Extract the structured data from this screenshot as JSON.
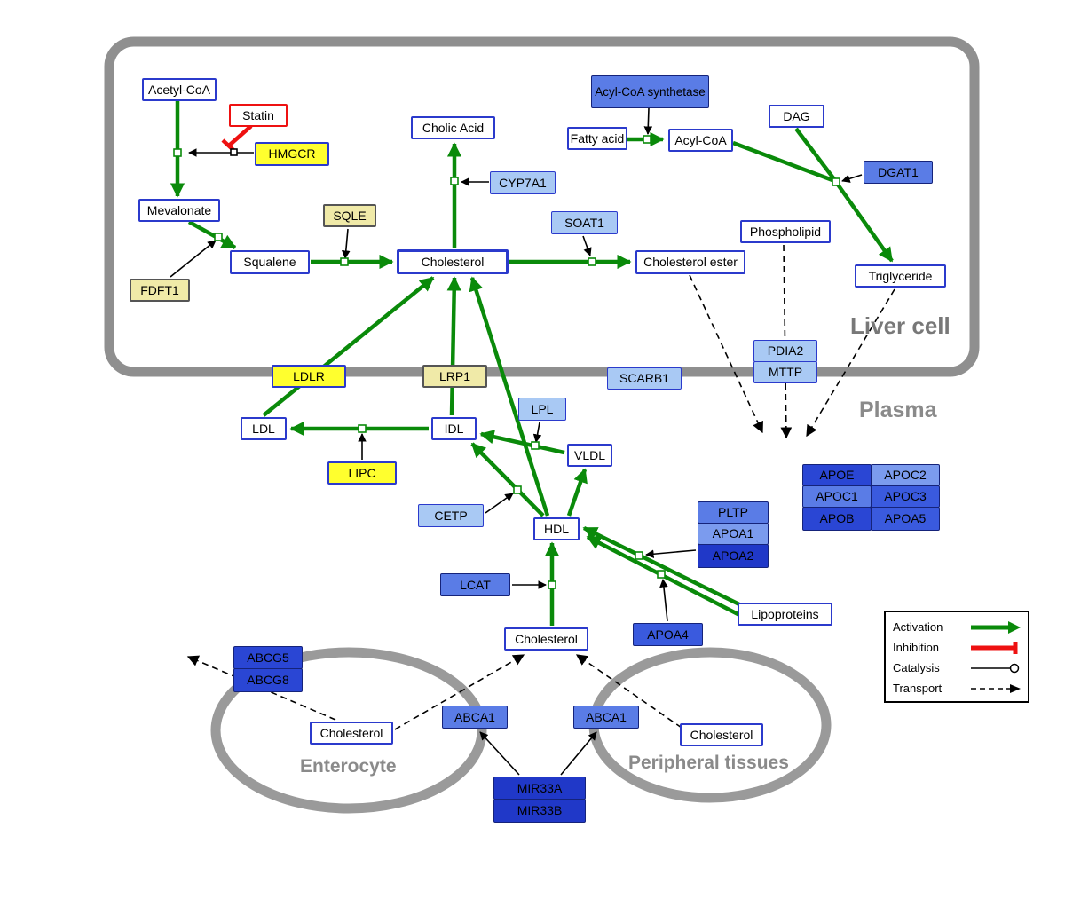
{
  "compartments": {
    "liver": "Liver cell",
    "plasma": "Plasma",
    "enterocyte": "Enterocyte",
    "peripheral": "Peripheral tissues"
  },
  "legend": {
    "activation": "Activation",
    "inhibition": "Inhibition",
    "catalysis": "Catalysis",
    "transport": "Transport"
  },
  "colors": {
    "activation_green": "#0a8a0a",
    "inhibition_red": "#ee1111",
    "gene_blue": "#3a5ade",
    "light_gene_blue": "#a9c9f4",
    "highlight_yellow": "#ffff2e",
    "pale_yellow": "#f0eaa8",
    "membrane_gray": "#8f8f8f"
  },
  "nodes": {
    "acetyl_coa": "Acetyl-CoA",
    "statin": "Statin",
    "hmgcr": "HMGCR",
    "mevalonate": "Mevalonate",
    "fdft1": "FDFT1",
    "squalene": "Squalene",
    "sqle": "SQLE",
    "cholic_acid": "Cholic Acid",
    "cyp7a1": "CYP7A1",
    "cholesterol_liver": "Cholesterol",
    "soat1": "SOAT1",
    "cholesterol_ester": "Cholesterol ester",
    "acyl_coa_synthetase": "Acyl-CoA synthetase",
    "fatty_acid": "Fatty acid",
    "acyl_coa": "Acyl-CoA",
    "dag": "DAG",
    "dgat1": "DGAT1",
    "phospholipid": "Phospholipid",
    "triglyceride": "Triglyceride",
    "ldlr": "LDLR",
    "lrp1": "LRP1",
    "scarb1": "SCARB1",
    "pdia2": "PDIA2",
    "mttp": "MTTP",
    "ldl": "LDL",
    "idl": "IDL",
    "lpl": "LPL",
    "vldl": "VLDL",
    "lipc": "LIPC",
    "cetp": "CETP",
    "hdl": "HDL",
    "pltp": "PLTP",
    "apoa1": "APOA1",
    "apoa2": "APOA2",
    "apoe": "APOE",
    "apoc2": "APOC2",
    "apoc1": "APOC1",
    "apoc3": "APOC3",
    "apob": "APOB",
    "apoa5": "APOA5",
    "lcat": "LCAT",
    "apoa4": "APOA4",
    "lipoproteins": "Lipoproteins",
    "cholesterol_plasma": "Cholesterol",
    "abcg5": "ABCG5",
    "abcg8": "ABCG8",
    "cholesterol_enterocyte": "Cholesterol",
    "abca1_left": "ABCA1",
    "abca1_right": "ABCA1",
    "cholesterol_peripheral": "Cholesterol",
    "mir33a": "MIR33A",
    "mir33b": "MIR33B"
  }
}
